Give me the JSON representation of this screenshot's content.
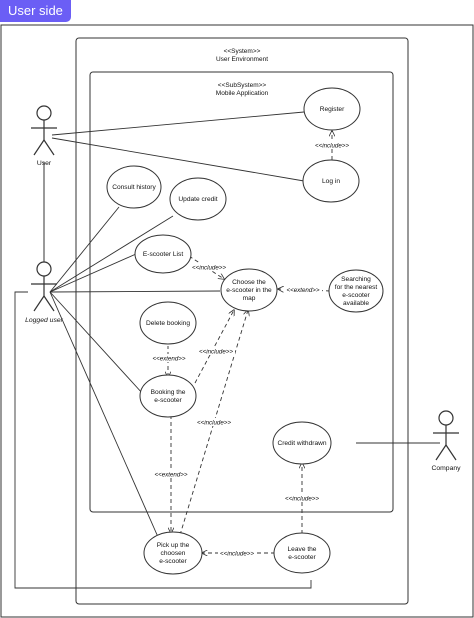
{
  "tab_label": "User side",
  "system": {
    "stereotype": "<<System>>",
    "name": "User Environment"
  },
  "subsystem": {
    "stereotype": "<<SubSystem>>",
    "name": "Mobile Application"
  },
  "actors": {
    "user": "User",
    "logged_user": "Logged user",
    "company": "Company"
  },
  "use_cases": {
    "register": "Register",
    "log_in": "Log in",
    "consult_history": "Consult history",
    "update_credit": "Update credit",
    "escooter_list": "E-scooter List",
    "choose": [
      "Choose the",
      "e-scooter in the",
      "map"
    ],
    "searching": [
      "Searching",
      "for the nearest",
      "e-scooter",
      "available"
    ],
    "delete_booking": "Delete booking",
    "booking": [
      "Booking the",
      "e-scooter"
    ],
    "credit_withdrawn": "Credit withdrawn",
    "pickup": [
      "Pick up the",
      "choosen",
      "e-scooter"
    ],
    "leave": [
      "Leave the",
      "e-scooter"
    ]
  },
  "relations": {
    "include": "<<include>>",
    "extend": "<<extend>>"
  },
  "colors": {
    "accent": "#6b5ef5",
    "line": "#333333"
  }
}
